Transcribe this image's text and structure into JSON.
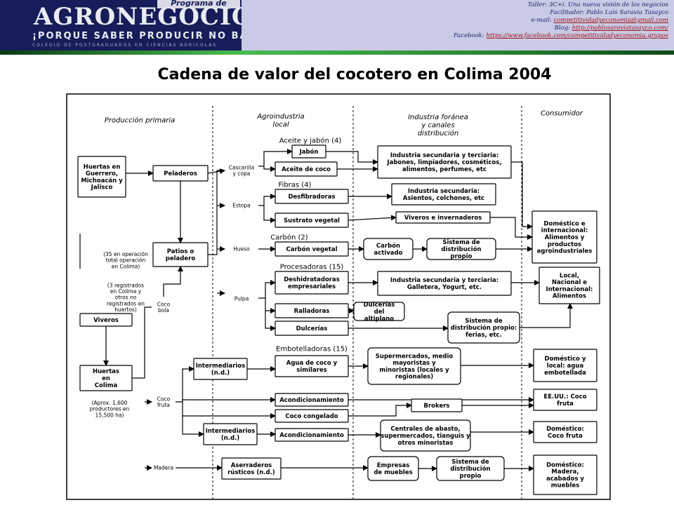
{
  "header": {
    "logo": {
      "program": "Programa de",
      "brand": "AGRONEGOCIOS",
      "slogan": "¡PORQUE SABER PRODUCIR NO BASTA!",
      "college": "COLEGIO DE POSTGRADUADOS EN CIENCIAS AGRICOLAS"
    },
    "workshop": {
      "line1": "Taller: 3C+i. Una nueva visión de los negocios",
      "line2": "Facilitador: Pablo Luis Saravia Tasayco",
      "email_label": "e-mail: ",
      "email": "competitividadyeconomia@gmail.com",
      "blog_label": "Blog: ",
      "blog": "http://pablosaraviatasayco.com/",
      "facebook_label": "Facebook: ",
      "facebook": "https://www.facebook.com/competitividadyeconomia.grupos"
    }
  },
  "title": "Cadena de valor del cocotero en Colima 2004",
  "diagram": {
    "columns": [
      "Producción primaria",
      "Agroindustria local",
      "Industria foránea y canales distribución",
      "Consumidor"
    ],
    "groups": {
      "aceite": "Aceite y jabón (4)",
      "fibras": "Fibras (4)",
      "carbon": "Carbón (2)",
      "procesadoras": "Procesadoras (15)",
      "embotelladoras": "Embotelladoras (15)"
    },
    "nodes": {
      "huertas_guerrero": "Huertas en Guerrero, Michoacán y Jalisco",
      "peladeros": "Peladeros",
      "patios": "Patios o peladero",
      "patios_note": "(35 en operación total operación en Colima)",
      "registrados_note": "(3 registrados en Colima y otros no registrados en huertos)",
      "viveros": "Viveros",
      "huertas_colima": "Huertas en Colima",
      "huertas_colima_note": "(Aprox. 1,600 productores en 15,500 ha)",
      "coco_bola": "Coco bola",
      "cascarilla": "Cascarilla y copa",
      "estopa": "Estopa",
      "hueso": "Hueso",
      "pulpa": "Pulpa",
      "coco_fruta": "Coco fruta",
      "madera": "Madera",
      "jabon": "Jabón",
      "aceite_coco": "Aceite de coco",
      "desfibradoras": "Desfibradoras",
      "sustrato": "Sustrato vegetal",
      "carbon_vegetal": "Carbón vegetal",
      "deshidratadoras": "Deshidratadoras empresariales",
      "ralladoras": "Ralladoras",
      "dulcerias": "Dulcerías",
      "intermediarios_1": "Intermediarios (n.d.)",
      "agua_coco": "Agua de coco y similares",
      "acondicionamiento_1": "Acondicionamiento",
      "coco_congelado": "Coco congelado",
      "intermediarios_2": "Intermediarios (n.d.)",
      "acondicionamiento_2": "Acondicionamiento",
      "aserraderos": "Aserraderos rústicos (n.d.)",
      "ind_sec_terc_1": "Industria secundaria y terciaria: Jabones, limpiadores, cosméticos, alimentos, perfumes, etc",
      "ind_sec_1": "Industria secundaria: Asientos, colchones, etc",
      "viveros_invernaderos": "Viveros e invernaderos",
      "carbon_activado": "Carbón activado",
      "sistema_dist_1": "Sistema de distribución propio",
      "ind_sec_terc_2": "Industria secundaria y terciaria: Galletera, Yogurt, etc.",
      "dulcerias_altiplano": "Dulcerías del altiplano",
      "sistema_dist_2": "Sistema de distribución propio: ferias, etc.",
      "supermercados": "Supermercados, medio mayoristas y minoristas (locales y regionales)",
      "brokers": "Brokers",
      "centrales": "Centrales de abasto, supermercados, tianguis y otros minoristas",
      "empresas_muebles": "Empresas de muebles",
      "sistema_dist_3": "Sistema de distribución propio",
      "cons_1": "Doméstico e internacional: Alimentos y productos agroindustriales",
      "cons_2": "Local, Nacional e Internacional: Alimentos",
      "cons_3": "Doméstico y local: agua embotellada",
      "cons_4": "EE.UU.: Coco fruta",
      "cons_5": "Doméstico: Coco fruta",
      "cons_6": "Doméstico: Madera, acabados y muebles"
    }
  }
}
